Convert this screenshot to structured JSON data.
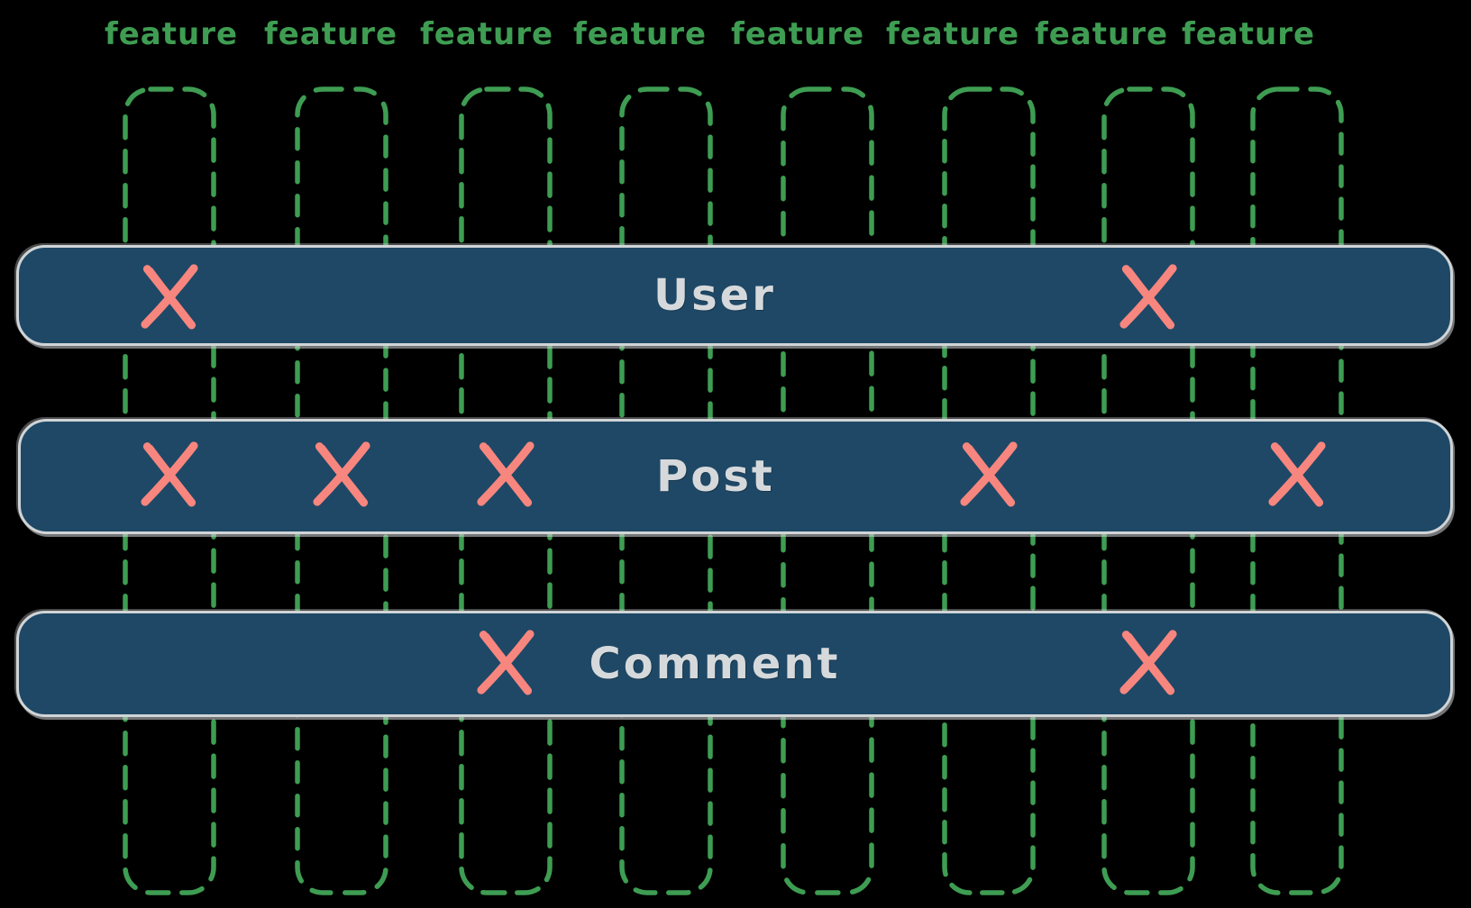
{
  "diagram": {
    "title_implied": "feature-by-entity matrix",
    "columns": [
      {
        "label": "feature"
      },
      {
        "label": "feature"
      },
      {
        "label": "feature"
      },
      {
        "label": "feature"
      },
      {
        "label": "feature"
      },
      {
        "label": "feature"
      },
      {
        "label": "feature"
      },
      {
        "label": "feature"
      }
    ],
    "rows": [
      {
        "label": "User",
        "marks": [
          0,
          6
        ]
      },
      {
        "label": "Post",
        "marks": [
          0,
          1,
          2,
          5,
          7
        ]
      },
      {
        "label": "Comment",
        "marks": [
          2,
          6
        ]
      }
    ],
    "colors": {
      "background": "#000000",
      "column_dash_green": "#3E9D52",
      "feature_label_green": "#3E9D52",
      "row_fill_navy": "#1E4866",
      "row_border_gray": "#D0D4D6",
      "row_text_gray": "#D6D9DB",
      "x_mark_salmon": "#F7867F"
    }
  }
}
